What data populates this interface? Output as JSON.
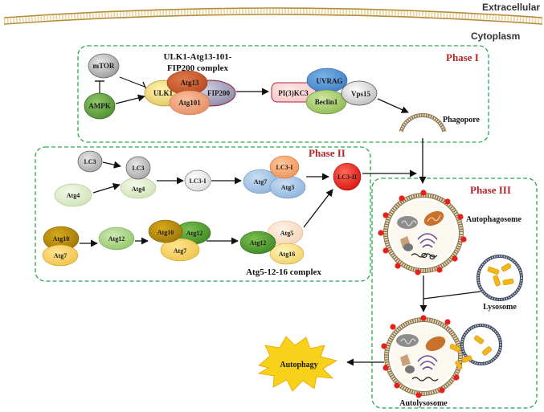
{
  "regions": {
    "extracellular": "Extracellular",
    "cytoplasm": "Cytoplasm"
  },
  "phases": {
    "phase1": "Phase I",
    "phase2": "Phase II",
    "phase3": "Phase III"
  },
  "complex_labels": {
    "ulk_complex_line1": "ULK1-Atg13-101-",
    "ulk_complex_line2": "FIP200 complex",
    "atg5_12_16_complex": "Atg5-12-16 complex"
  },
  "nodes": {
    "mtor": "mTOR",
    "ampk": "AMPK",
    "ulk1": "ULK1",
    "atg13": "Atg13",
    "atg101": "Atg101",
    "fip200": "FIP200",
    "pi3kc3": "PI(3)KC3",
    "uvrag": "UVRAG",
    "beclin1": "Beclin1",
    "vps15": "Vps15",
    "lc3_a": "LC3",
    "lc3_b": "LC3",
    "atg4_a": "Atg4",
    "atg4_b": "Atg4",
    "lc3i_a": "LC3-I",
    "atg7_a": "Atg7",
    "lc3i_b": "LC3-I",
    "atg3": "Atg3",
    "lc3ii": "LC3-II",
    "atg10_a": "Atg10",
    "atg7_b": "Atg7",
    "atg12_a": "Atg12",
    "atg10_b": "Atg10",
    "atg12_b": "Atg12",
    "atg7_c": "Atg7",
    "atg12_c": "Atg12",
    "atg5": "Atg5",
    "atg16": "Atg16"
  },
  "structures": {
    "phagopore": "Phagopore",
    "autophagosome": "Autophagosome",
    "lysosome": "Lysosome",
    "autolysosome": "Autolysosome",
    "autophagy": "Autophagy"
  },
  "colors": {
    "phase_border": "#2aa84a",
    "phase_title": "#b3262a",
    "lc3ii": "#e8201c",
    "vesicle_dots": "#e8201c",
    "autophagy_burst": "#f7d11a"
  }
}
